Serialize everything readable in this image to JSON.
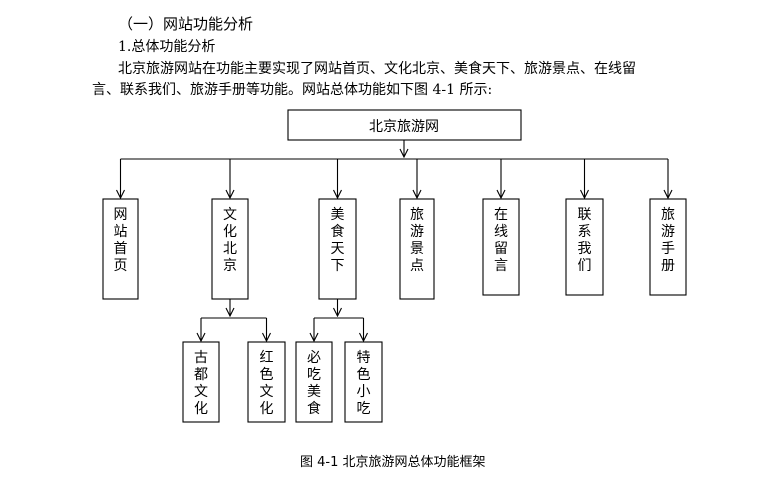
{
  "section_heading": "（一）网站功能分析",
  "subsection_heading": "1.总体功能分析",
  "paragraph": {
    "line1": "北京旅游网站在功能主要实现了网站首页、文化北京、美食天下、旅游景点、在线留",
    "line2": "言、联系我们、旅游手册等功能。网站总体功能如下图 4-1 所示:"
  },
  "diagram": {
    "root": "北京旅游网",
    "level1": [
      "网站首页",
      "文化北京",
      "美食天下",
      "旅游景点",
      "在线留言",
      "联系我们",
      "旅游手册"
    ],
    "culture_children": [
      "古都文化",
      "红色文化"
    ],
    "food_children": [
      "必吃美食",
      "特色小吃"
    ]
  },
  "caption": "图 4-1 北京旅游网总体功能框架"
}
